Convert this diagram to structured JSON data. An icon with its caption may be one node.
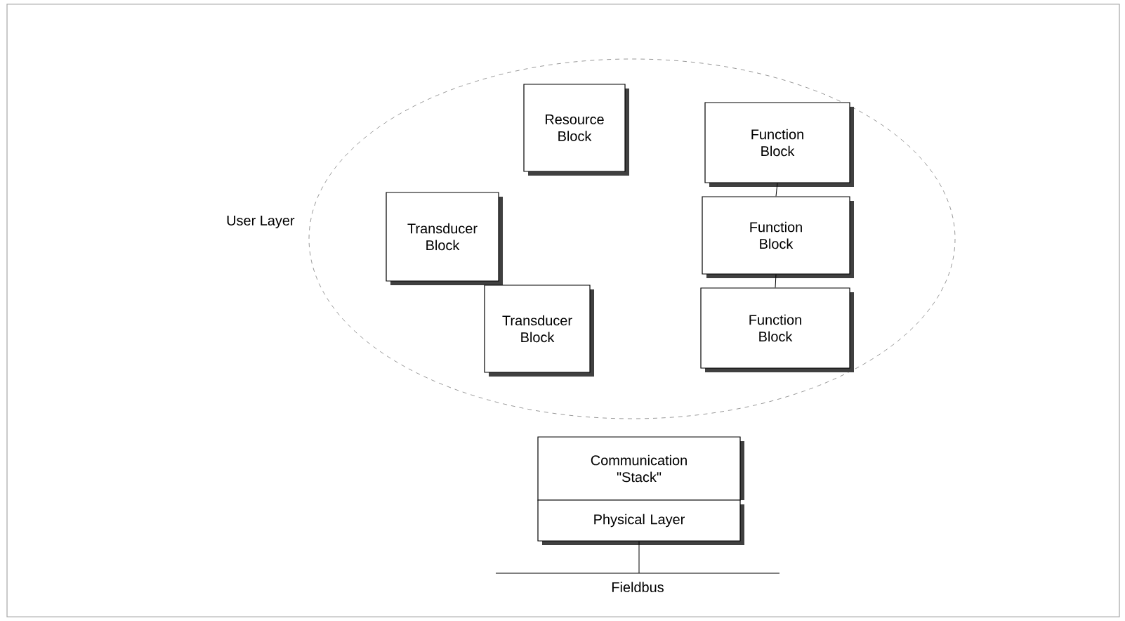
{
  "diagram": {
    "nodes": [
      {
        "text": [
          "User Layer"
        ]
      },
      {
        "text": [
          "Resource Block"
        ],
        "in": 0
      },
      {
        "text": [
          "Function Block"
        ],
        "in": 0
      },
      {
        "text": [
          "Transducer Block"
        ],
        "in": 0
      },
      {
        "text": [
          "Function Block"
        ],
        "in": 0
      },
      {
        "text": [
          "Transducer Block"
        ],
        "in": 0
      },
      {
        "text": [
          "Function Block"
        ],
        "in": 0
      },
      {
        "text": [
          "Communication \"Stack\""
        ]
      },
      {
        "text": [
          "Physical Layer"
        ]
      },
      {
        "text": [
          "Fieldbus"
        ]
      }
    ],
    "edges": [
      {
        "from": 2,
        "to": 4,
        "arrow": "none"
      },
      {
        "from": 4,
        "to": 6,
        "arrow": "none"
      },
      {
        "from": 8,
        "to": 9,
        "arrow": "none"
      }
    ]
  }
}
